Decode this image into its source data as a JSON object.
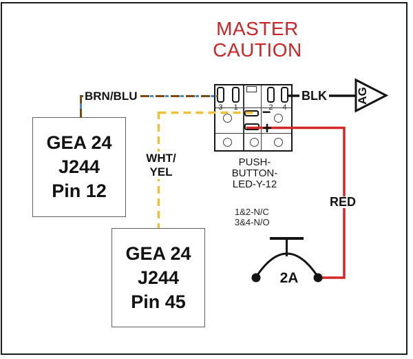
{
  "title": {
    "line1": "MASTER",
    "line2": "CAUTION",
    "color": "#cc2424"
  },
  "boxes": {
    "gea_pin12": {
      "line1": "GEA 24",
      "line2": "J244",
      "line3": "Pin 12"
    },
    "gea_pin45": {
      "line1": "GEA 24",
      "line2": "J244",
      "line3": "Pin 45"
    }
  },
  "wires": {
    "brn_blu_label": "BRN/BLU",
    "wht_yel_line1": "WHT/",
    "wht_yel_line2": "YEL",
    "blk_label": "BLK",
    "red_label": "RED"
  },
  "pushbutton": {
    "name_line1": "PUSH-",
    "name_line2": "BUTTON-",
    "name_line3": "LED-Y-12",
    "terminal_3": "3",
    "terminal_1": "1",
    "terminal_2": "2",
    "terminal_4": "4",
    "minus_sign": "−",
    "plus_sign": "+"
  },
  "ground": {
    "label": "AG"
  },
  "breaker": {
    "rating": "2A"
  },
  "contact_notes": {
    "line1": "1&2-N/C",
    "line2": "3&4-N/O"
  },
  "colors": {
    "wire_brown": "#7a4a14",
    "wire_blue": "#3d8ec9",
    "wire_yellow": "#edc23a",
    "wire_red": "#d32626",
    "wire_black": "#141414",
    "title_red": "#cc2424"
  }
}
